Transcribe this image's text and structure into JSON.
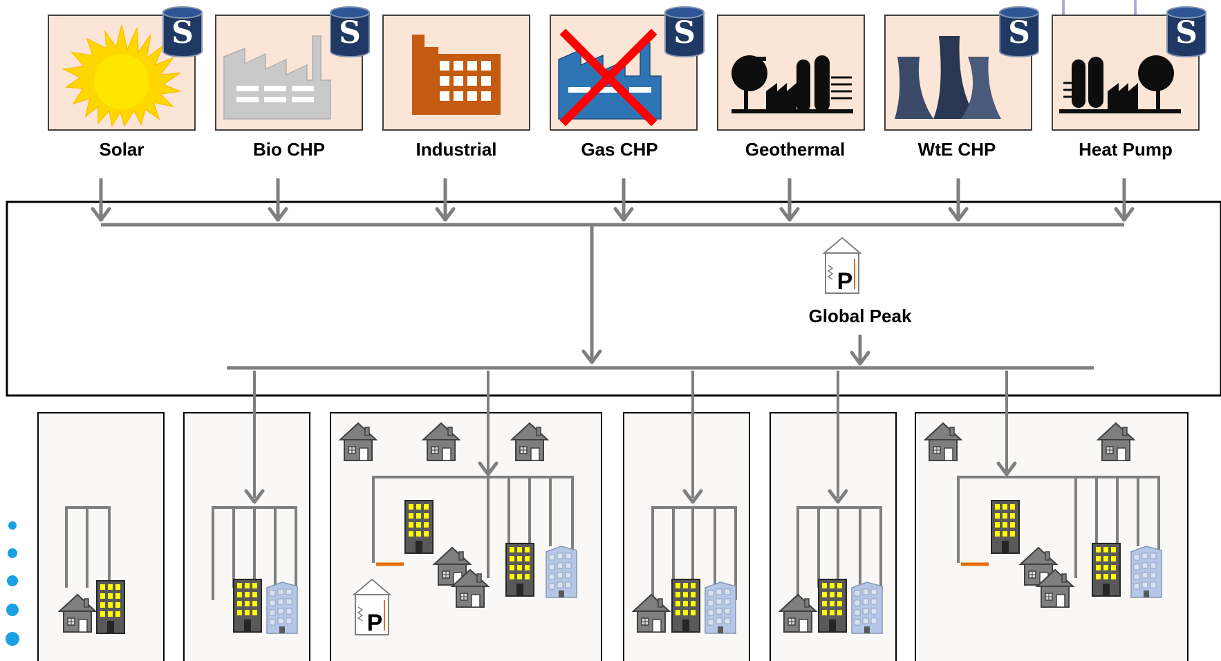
{
  "plants": [
    {
      "label": "Solar",
      "icon": "sun-icon",
      "storage": true,
      "disabled": false
    },
    {
      "label": "Bio CHP",
      "icon": "factory-grey-icon",
      "storage": true,
      "disabled": false
    },
    {
      "label": "Industrial",
      "icon": "factory-orange-icon",
      "storage": false,
      "disabled": false
    },
    {
      "label": "Gas CHP",
      "icon": "factory-blue-icon",
      "storage": true,
      "disabled": true
    },
    {
      "label": "Geothermal",
      "icon": "geothermal-plant-icon",
      "storage": false,
      "disabled": false
    },
    {
      "label": "WtE CHP",
      "icon": "cooling-tower-icon",
      "storage": true,
      "disabled": false
    },
    {
      "label": "Heat Pump",
      "icon": "heat-pump-plant-icon",
      "storage": true,
      "disabled": false
    }
  ],
  "storage_symbol": "S",
  "peak_symbol": "P",
  "global_peak": {
    "label": "Global Peak"
  },
  "colors": {
    "line": "#7f7f7f",
    "plant_bg": "#fbe5d6",
    "storage_blue": "#1f3864",
    "cross": "#ff0000",
    "local_peak_link": "#e46c0a",
    "district_bg": "#f9f8f6",
    "house": "#7f7f7f",
    "building_yellow": "#ffff00",
    "dots": "#1ba1e2"
  },
  "districts": [
    {
      "id": "district-1",
      "local_peak": false
    },
    {
      "id": "district-2",
      "local_peak": false
    },
    {
      "id": "district-3",
      "local_peak": true
    },
    {
      "id": "district-4",
      "local_peak": false
    },
    {
      "id": "district-5",
      "local_peak": false
    },
    {
      "id": "district-6",
      "local_peak": false
    }
  ]
}
